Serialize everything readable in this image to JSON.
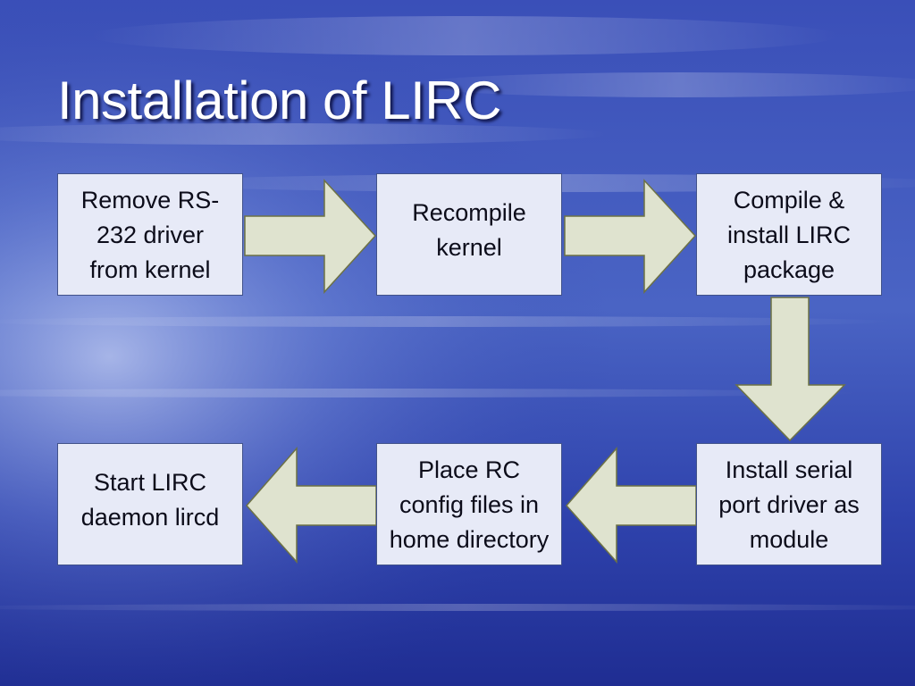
{
  "slide": {
    "title": "Installation of LIRC"
  },
  "colors": {
    "background": "#2c3ea8",
    "box_fill": "#e7eaf7",
    "box_border": "#41528a",
    "arrow_fill": "#dfe3cf",
    "arrow_stroke": "#6d7245",
    "title_text": "#ffffff"
  },
  "steps": [
    {
      "id": "remove-driver",
      "lines": [
        "Remove RS-",
        "232 driver",
        "from kernel"
      ]
    },
    {
      "id": "recompile",
      "lines": [
        "Recompile",
        "kernel"
      ]
    },
    {
      "id": "compile-lirc",
      "lines": [
        "Compile &",
        "install LIRC",
        "package"
      ]
    },
    {
      "id": "install-serial",
      "lines": [
        "Install serial",
        "port driver as",
        "module"
      ]
    },
    {
      "id": "place-config",
      "lines": [
        "Place RC",
        "config files in",
        "home directory"
      ]
    },
    {
      "id": "start-daemon",
      "lines": [
        "Start LIRC",
        "daemon lircd"
      ]
    }
  ],
  "flow": [
    {
      "from": "remove-driver",
      "to": "recompile",
      "direction": "right"
    },
    {
      "from": "recompile",
      "to": "compile-lirc",
      "direction": "right"
    },
    {
      "from": "compile-lirc",
      "to": "install-serial",
      "direction": "down"
    },
    {
      "from": "install-serial",
      "to": "place-config",
      "direction": "left"
    },
    {
      "from": "place-config",
      "to": "start-daemon",
      "direction": "left"
    }
  ]
}
